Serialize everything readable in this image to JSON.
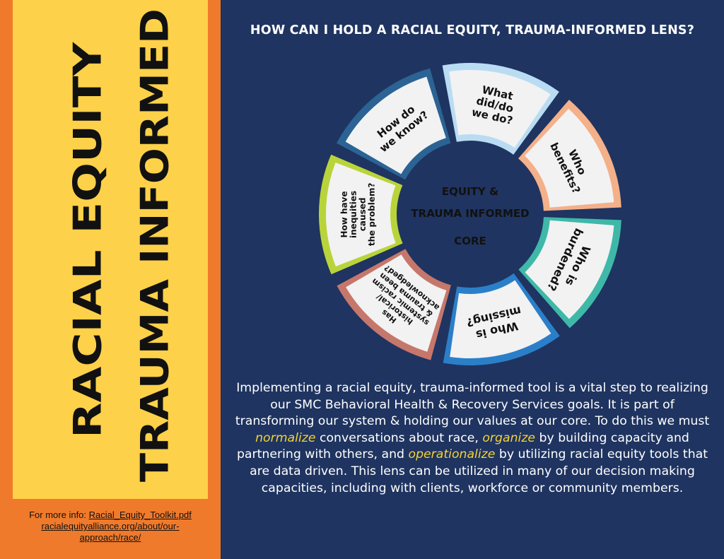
{
  "sidebar": {
    "title_line1": "RACIAL EQUITY",
    "title_line2": "TRAUMA INFORMED",
    "info_prefix": "For more info: ",
    "info_link1": "Racial_Equity_Toolkit.pdf",
    "info_link2_a": "racialequityalliance.org/about/our-",
    "info_link2_b": "approach/race/"
  },
  "header": {
    "question": "HOW CAN I HOLD A RACIAL EQUITY, TRAUMA-INFORMED LENS?"
  },
  "wheel": {
    "core": [
      "EQUITY &",
      "TRAUMA INFORMED",
      "CORE"
    ],
    "segments": [
      {
        "lines": [
          "What",
          "did/do",
          "we do?"
        ],
        "color": "#b9dcf3"
      },
      {
        "lines": [
          "Who",
          "benefits?"
        ],
        "color": "#f4b089"
      },
      {
        "lines": [
          "Who is",
          "burdened?"
        ],
        "color": "#3fb8a8"
      },
      {
        "lines": [
          "Who is",
          "missing?"
        ],
        "color": "#2b7fc9"
      },
      {
        "lines": [
          "Has",
          "historical/",
          "systemic racism",
          "& trauma been",
          "acknowledged?"
        ],
        "color": "#c6776b"
      },
      {
        "lines": [
          "How have",
          "inequities",
          "caused",
          "the problem?"
        ],
        "color": "#b9d43a"
      },
      {
        "lines": [
          "How do",
          "we know?"
        ],
        "color": "#2b6394"
      }
    ]
  },
  "body": {
    "p1": "Implementing a racial equity, trauma-informed tool is a vital step to realizing our SMC Behavioral Health & Recovery Services goals. It is part of transforming our system & holding our values at our core. To do this we must ",
    "hl1": "normalize",
    "p2": " conversations about race, ",
    "hl2": "organize",
    "p3": " by building capacity and partnering with others, and ",
    "hl3": "operationalize",
    "p4": " by utilizing racial equity tools that are data driven. This lens can be utilized in many of our decision making capacities, including with clients, workforce or community members."
  },
  "colors": {
    "background": "#1f3460",
    "orange": "#f07a2b",
    "yellow": "#fdd149",
    "highlight": "#f3d23a"
  }
}
